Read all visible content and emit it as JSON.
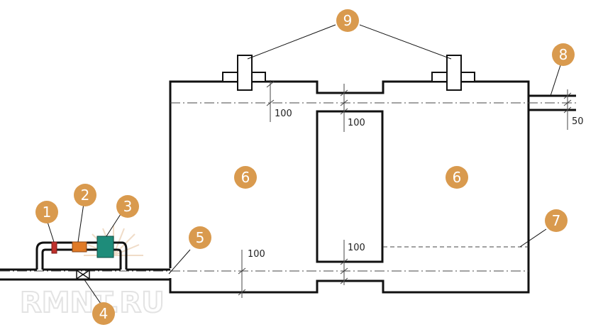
{
  "diagram": {
    "dimensions": {
      "top_offset": "100",
      "middle_top": "100",
      "outlet_offset": "50",
      "bottom_offset": "100",
      "middle_bottom": "100"
    },
    "badges": [
      "1",
      "2",
      "3",
      "4",
      "5",
      "6",
      "6",
      "7",
      "8",
      "9"
    ],
    "watermark": "RMNT.RU",
    "colors": {
      "badge": "#D99A4E",
      "line": "#111111",
      "component_red": "#C0302B",
      "component_orange": "#E07A26",
      "component_teal": "#1E8C7A"
    }
  }
}
